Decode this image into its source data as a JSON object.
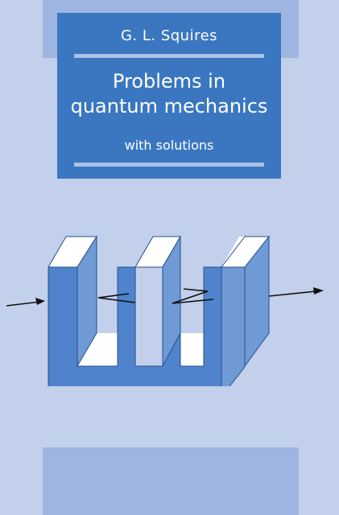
{
  "cover": {
    "author": "G. L. Squires",
    "title_line1": "Problems in",
    "title_line2": "quantum mechanics",
    "subtitle": "with solutions"
  },
  "colors": {
    "background": "#c3d0ec",
    "strip": "#9db5e0",
    "panel": "#3a77c0",
    "rule": "#aac2e8",
    "block_front": "#4f84cc",
    "block_side": "#6f9ad6",
    "block_top": "#ffffff",
    "arrow": "#111111"
  },
  "illustration": {
    "icon": "triple-slit-apparatus-icon",
    "description_icons": [
      "particle-path-arrow-icon"
    ]
  }
}
